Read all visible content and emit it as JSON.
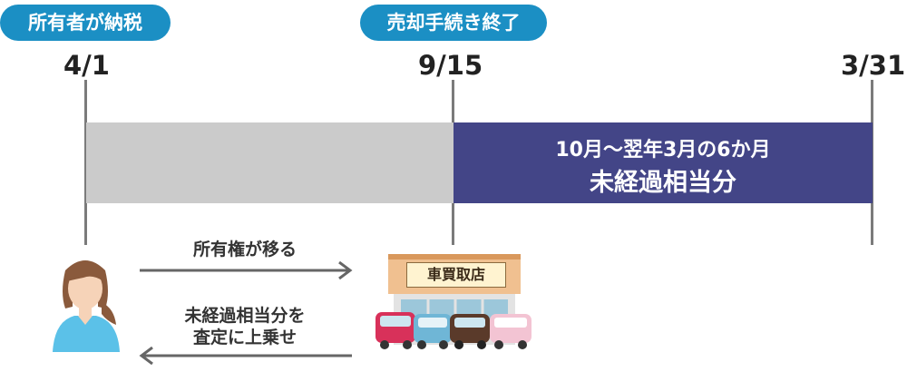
{
  "labels": {
    "owner_pays_tax": "所有者が納税",
    "sale_complete": "売却手続き終了"
  },
  "dates": {
    "start": "4/1",
    "sale": "9/15",
    "end": "3/31"
  },
  "unexpired_period": {
    "line1": "10月～翌年3月の6か月",
    "line2": "未経過相当分"
  },
  "arrows": {
    "ownership_transfer": "所有権が移る",
    "refund_line1": "未経過相当分を",
    "refund_line2": "査定に上乗せ"
  },
  "shop": {
    "sign": "車買取店"
  },
  "colors": {
    "pill": "#1b8fc4",
    "period_bar": "#434587",
    "gray_bar": "#cbcbcb"
  }
}
